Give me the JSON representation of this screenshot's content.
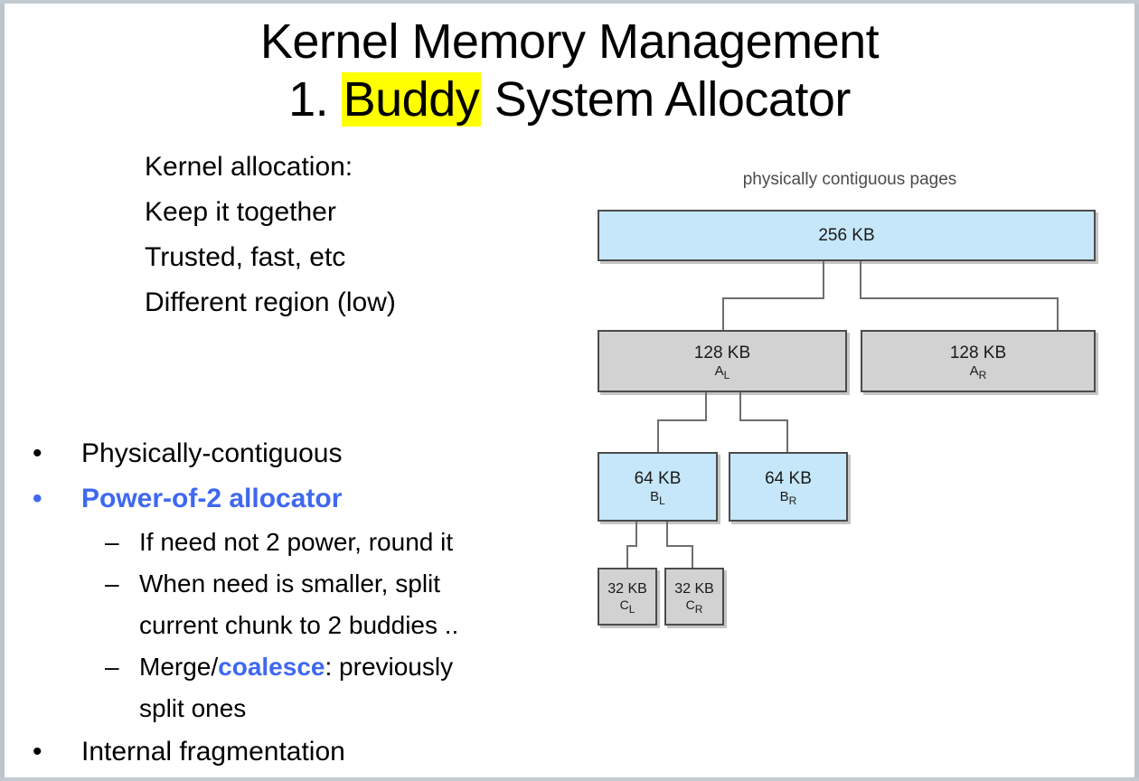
{
  "slide": {
    "title_line1": "Kernel Memory Management",
    "title_line2_prefix": "1. ",
    "title_line2_highlight": "Buddy",
    "title_line2_suffix": " System Allocator",
    "highlight_color": "#ffff00",
    "accent_color": "#3f68f0"
  },
  "intro": {
    "lines": [
      "Kernel allocation:",
      "Keep it together",
      "Trusted, fast, etc",
      "Different region (low)"
    ]
  },
  "bullets": {
    "b1": "Physically-contiguous",
    "b2": "Power-of-2 allocator",
    "s1": "If need not 2 power, round it",
    "s2_line1": "When need is smaller, split",
    "s2_line2": "current chunk to 2 buddies ..",
    "s3_pre": "Merge/",
    "s3_kw": "coalesce",
    "s3_post": ": previously",
    "s3_line2": "split ones",
    "b3": "Internal fragmentation",
    "bullet_glyph": "•",
    "dash_glyph": "–"
  },
  "diagram": {
    "caption": "physically contiguous pages",
    "blue_fill": "#c6e7f9",
    "gray_fill": "#d2d2d2",
    "border_color": "#4c4c4c",
    "nodes": {
      "root": {
        "size": "256 KB",
        "tag": "",
        "tag_sub": "",
        "fill": "blue"
      },
      "a_l": {
        "size": "128 KB",
        "tag": "A",
        "tag_sub": "L",
        "fill": "gray"
      },
      "a_r": {
        "size": "128 KB",
        "tag": "A",
        "tag_sub": "R",
        "fill": "gray"
      },
      "b_l": {
        "size": "64 KB",
        "tag": "B",
        "tag_sub": "L",
        "fill": "blue"
      },
      "b_r": {
        "size": "64 KB",
        "tag": "B",
        "tag_sub": "R",
        "fill": "blue"
      },
      "c_l": {
        "size": "32 KB",
        "tag": "C",
        "tag_sub": "L",
        "fill": "gray"
      },
      "c_r": {
        "size": "32 KB",
        "tag": "C",
        "tag_sub": "R",
        "fill": "gray"
      }
    }
  }
}
